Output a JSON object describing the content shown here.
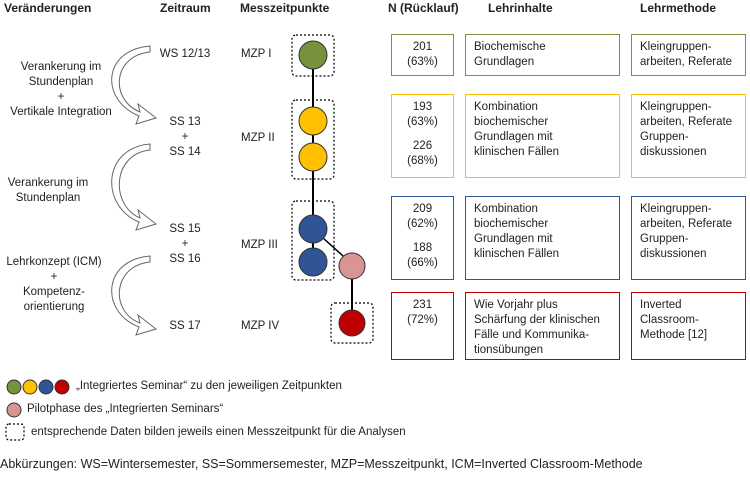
{
  "headers": {
    "changes": "Veränderungen",
    "period": "Zeitraum",
    "measure_points": "Messzeitpunkte",
    "n": "N (Rücklauf)",
    "content": "Lehrinhalte",
    "method": "Lehrmethode"
  },
  "changes": [
    "Verankerung im\nStundenplan\n+\nVertikale Integration",
    "Verankerung im\nStundenplan",
    "Lehrkonzept (ICM)\n+\nKompetenz-\norientierung"
  ],
  "periods": [
    "WS 12/13",
    "SS 13\n+\nSS 14",
    "SS 15\n+\nSS 16",
    "SS 17"
  ],
  "mzp": [
    "MZP I",
    "MZP II",
    "MZP III",
    "MZP IV"
  ],
  "n_values": [
    [
      "201\n(63%)"
    ],
    [
      "193\n(63%)",
      "226\n(68%)"
    ],
    [
      "209\n(62%)",
      "188\n(66%)"
    ],
    [
      "231\n(72%)"
    ]
  ],
  "contents": [
    "Biochemische\nGrundlagen",
    "Kombination\nbiochemischer\nGrundlagen mit\nklinischen Fällen",
    "Kombination\nbiochemischer\nGrundlagen mit\nklinischen Fällen",
    "Wie Vorjahr plus\nSchärfung der klinischen\nFälle und Kommunika-\ntionsübungen"
  ],
  "methods": [
    "Kleingruppen-\narbeiten, Referate",
    "Kleingruppen-\narbeiten, Referate\nGruppen-\ndiskussionen",
    "Kleingruppen-\narbeiten, Referate\nGruppen-\ndiskussionen",
    "Inverted\nClassroom-\nMethode [12]"
  ],
  "colors": {
    "green": "#76923c",
    "yellow": "#ffc000",
    "blue": "#2f5597",
    "red": "#c00000",
    "pink": "#d99594",
    "row_borders": [
      "#76923c",
      "#ffc000",
      "#2f5597",
      "#c00000"
    ]
  },
  "legend": {
    "seminar": "„Integriertes Seminar“ zu den jeweiligen Zeitpunkten",
    "pilot": "Pilotphase des „Integrierten Seminars“",
    "dotted": "entsprechende Daten bilden jeweils einen Messzeitpunkt für die Analysen"
  },
  "footer": "Abkürzungen: WS=Wintersemester, SS=Sommersemester, MZP=Messzeitpunkt, ICM=Inverted Classroom-Methode"
}
